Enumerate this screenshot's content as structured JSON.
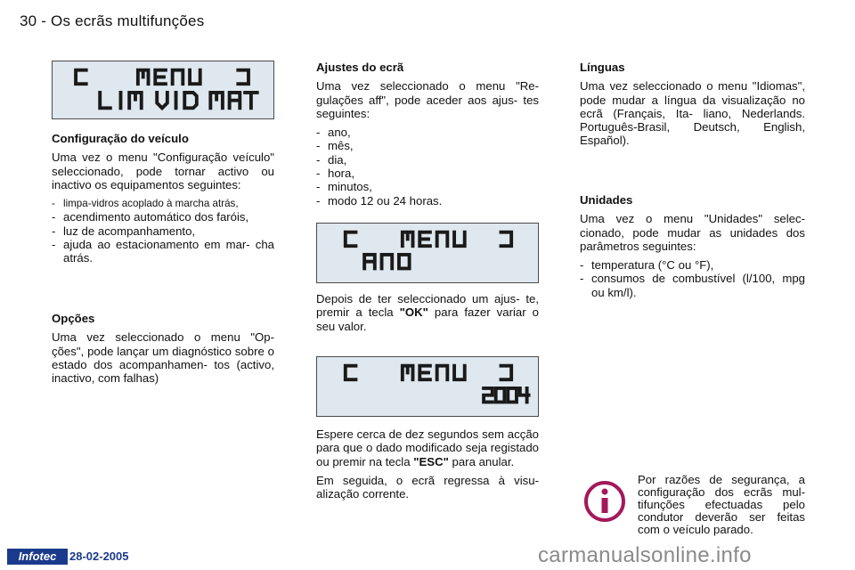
{
  "header": {
    "page_title": "30 - Os ecrãs multifunções"
  },
  "col1": {
    "lcd1": {
      "line1": "C MENU J",
      "line2": "LIM VID MAT"
    },
    "config_title": "Configuração do veículo",
    "config_text": "Uma vez o menu \"Configuração veículo\" seleccionado, pode tornar activo ou inactivo os equipamentos seguintes:",
    "config_items": [
      "limpa-vidros acoplado à marcha atrás,",
      "acendimento automático dos faróis,",
      "luz de acompanhamento,",
      "ajuda ao estacionamento em mar- cha atrás."
    ],
    "options_title": "Opções",
    "options_text": "Uma vez seleccionado o menu \"Op- ções\", pode lançar um diagnóstico sobre o estado dos acompanhamen- tos (activo, inactivo, com falhas)"
  },
  "col2": {
    "display_title": "Ajustes do ecrã",
    "display_text": "Uma vez seleccionado o menu \"Re- gulações aff\", pode aceder aos ajus- tes seguintes:",
    "display_items": [
      "ano,",
      "mês,",
      "dia,",
      "hora,",
      "minutos,",
      "modo 12 ou 24 horas."
    ],
    "lcd2": {
      "line1": "C MENU J",
      "line2": "ANO"
    },
    "after_lcd2_pre": "Depois de ter seleccionado um ajus- te, premir a tecla ",
    "ok_key": "\"OK\"",
    "after_lcd2_post": " para fazer variar o seu valor.",
    "lcd3": {
      "line1": "C MENU J",
      "line2": "2004"
    },
    "wait_pre": "Espere cerca de dez segundos sem acção para que o dado modificado seja registado ou premir na tecla ",
    "esc_key": "\"ESC\"",
    "wait_post": " para anular.",
    "return_text": "Em seguida, o ecrã regressa à visu- alização corrente."
  },
  "col3": {
    "lang_title": "Línguas",
    "lang_text": "Uma vez seleccionado o menu \"Idiomas\", pode mudar a língua da visualização no ecrã (Français, Ita- liano, Nederlands. Português-Brasil, Deutsch, English, Español).",
    "units_title": "Unidades",
    "units_text": "Uma vez o menu \"Unidades\" selec- cionado, pode mudar as unidades dos parâmetros seguintes:",
    "units_items": [
      "temperatura (°C ou °F),",
      "consumos de combustível (l/100, mpg ou km/l)."
    ],
    "notice": "Por razões de segurança, a configuração dos ecrãs mul- tifunções efectuadas pelo condutor deverão ser feitas com o veículo parado."
  },
  "footer": {
    "logo": "Infotec",
    "date": "28-02-2005",
    "watermark": "carmanualsonline.info"
  },
  "icons": {
    "info": "info-icon"
  },
  "colors": {
    "info_icon": "#a3195b",
    "logo_bg": "#1b3a8c",
    "lcd_bg": "#dfe7ef"
  }
}
